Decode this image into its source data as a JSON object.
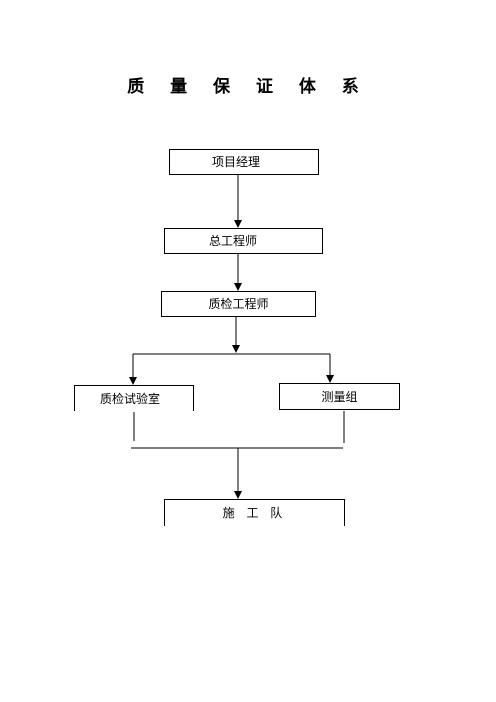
{
  "title": "质 量 保 证 体 系",
  "nodes": {
    "manager": "项目经理",
    "chief_engineer": "总工程师",
    "qc_engineer": "质检工程师",
    "qc_lab": "质检试验室",
    "survey_group": "测量组",
    "construction_team": "施 工 队"
  }
}
